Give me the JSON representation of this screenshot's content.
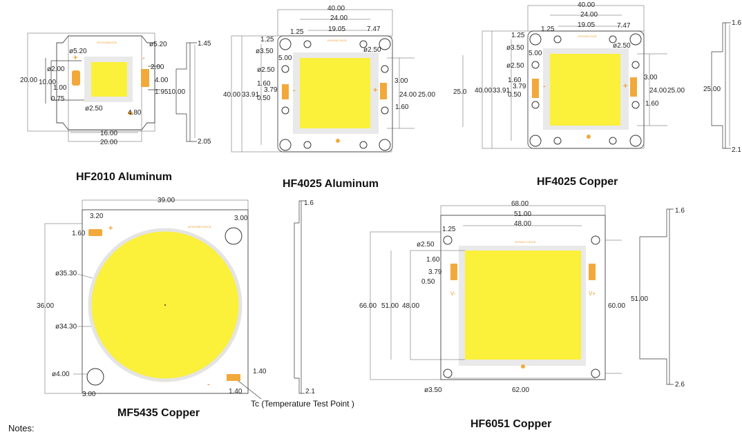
{
  "titles": {
    "hf2010_al": "HF2010 Aluminum",
    "hf4025_al": "HF4025 Aluminum",
    "hf4025_cu": "HF4025 Copper",
    "mf5435_cu": "MF5435 Copper",
    "hf6051_cu": "HF6051 Copper"
  },
  "notes_label": "Notes:",
  "tc_label": "Tc (Temperature Test Point )",
  "polarity": {
    "plus": "+",
    "minus": "-",
    "v_minus": "V-",
    "v_plus": "V+"
  },
  "chip_marks": {
    "hf2010": "HF20100815CB",
    "hf4025": "HF4025C1SCB",
    "mf5435": "MF5435BD1SDCB",
    "hf6051": "HF6051C1SDCB"
  },
  "hf2010": {
    "d_520_left": "ø5.20",
    "d_520_right": "ø5.20",
    "h_2000": "20.00",
    "h_1000": "10.00",
    "d_200": "ø2.00",
    "d_100": "1.00",
    "d_075": "0.75",
    "d_250": "ø2.50",
    "p_200": "2.00",
    "p_400": "4.00",
    "p_195": "1.95",
    "s_1000": "10.00",
    "h_480": "4.80",
    "w_1600": "16.00",
    "w_2000": "20.00",
    "t_145": "1.45",
    "t_205": "2.05"
  },
  "hf4025_al": {
    "w_4000": "40.00",
    "w_2400": "24.00",
    "w_1905": "19.05",
    "w_747": "7.47",
    "d_125a": "1.25",
    "d_125b": "1.25",
    "d_350": "ø3.50",
    "d_500": "5.00",
    "d_250a": "ø2.50",
    "d_250b": "ø2.50",
    "p_160": "1.60",
    "p_379": "3.79",
    "p_050": "0.50",
    "h_4000": "40.00",
    "h_3391": "33.91",
    "p_300": "3.00",
    "p_160b": "1.60",
    "h_2400": "24.00",
    "h_2500": "25.00"
  },
  "hf4025_cu": {
    "w_4000": "40.00",
    "w_2400": "24.00",
    "w_1905": "19.05",
    "w_747": "7.47",
    "d_125a": "1.25",
    "d_125b": "1.25",
    "d_350": "ø3.50",
    "d_500": "5.00",
    "d_250a": "ø2.50",
    "d_250b": "ø2.50",
    "p_160": "1.60",
    "p_379": "3.79",
    "p_050": "0.50",
    "h_25l": "25.0",
    "h_4000": "40.00",
    "h_3391": "33.91",
    "p_300": "3.00",
    "p_160b": "1.60",
    "h_2400": "24.00",
    "h_2500": "25.00",
    "s_2500": "25.00",
    "t_16": "1.6",
    "t_21": "2.1"
  },
  "mf5435": {
    "w_3900": "39.00",
    "p_320": "3.20",
    "p_160": "1.60",
    "d_300a": "3.00",
    "d_3530": "ø35.30",
    "h_3600": "36.00",
    "d_3430": "ø34.30",
    "d_400": "ø4.00",
    "d_300b": "3.00",
    "p_140a": "1.40",
    "p_140b": "1.40",
    "t_16": "1.6",
    "t_21": "2.1"
  },
  "hf6051": {
    "w_6800": "68.00",
    "w_5100": "51.00",
    "w_4800": "48.00",
    "d_125": "1.25",
    "d_250": "ø2.50",
    "p_160": "1.60",
    "p_379": "3.79",
    "p_050": "0.50",
    "h_6600": "66.00",
    "h_5100": "51.00",
    "h_4800": "48.00",
    "h_6000": "60.00",
    "s_5100": "51.00",
    "d_350": "ø3.50",
    "w_6200": "62.00",
    "t_16": "1.6",
    "t_26": "2.6"
  }
}
